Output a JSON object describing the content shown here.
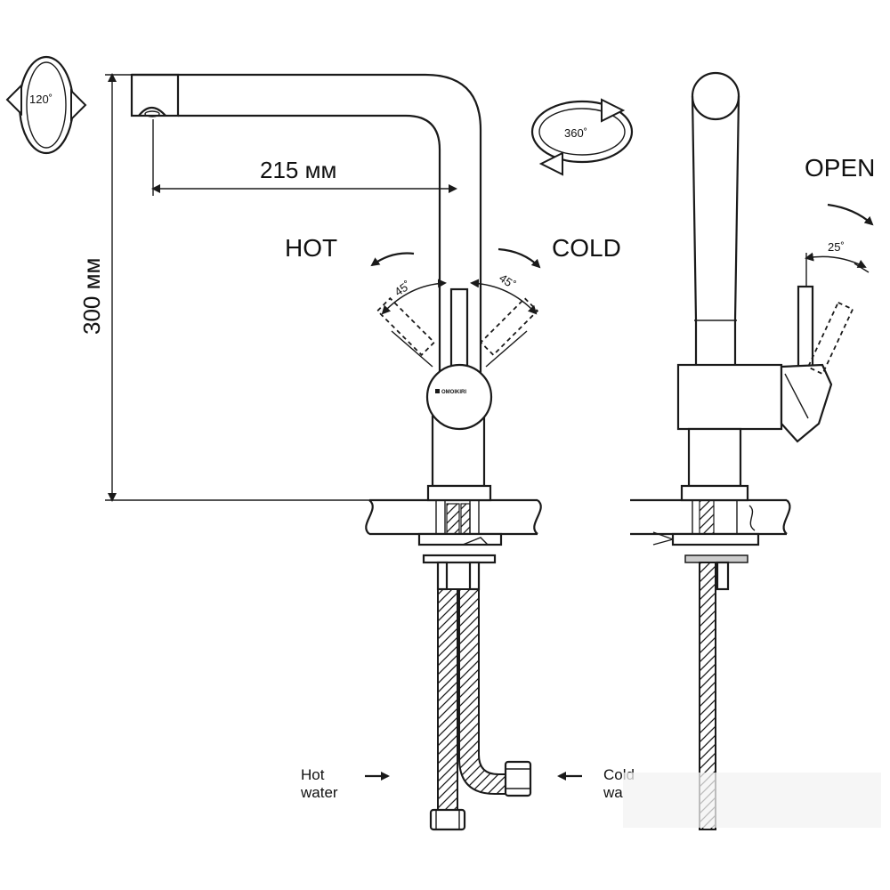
{
  "labels": {
    "rotation_spout": "120˚",
    "rotation_body": "360˚",
    "width": "215 мм",
    "height": "300 мм",
    "hot": "HOT",
    "cold": "COLD",
    "open": "OPEN",
    "hot_angle": "45˚",
    "cold_angle": "45˚",
    "open_angle": "25˚",
    "hot_water_line1": "Hot",
    "hot_water_line2": "water",
    "cold_water_line1": "Cold",
    "cold_water_line2": "wa",
    "brand": "OMOIKIRI"
  },
  "colors": {
    "line": "#1a1a1a",
    "background": "#ffffff"
  }
}
